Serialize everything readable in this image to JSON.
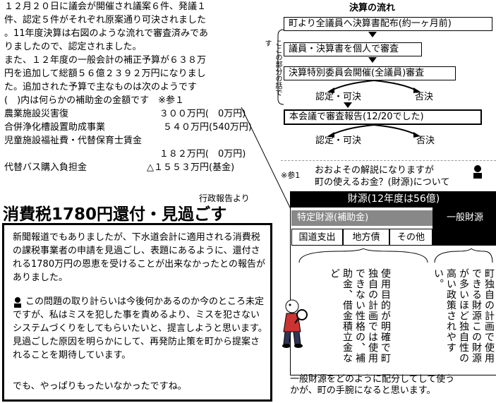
{
  "intro": {
    "lines": [
      "１２月２０日に議会が開催され議案６件、発議１",
      "件、認定５件がそれぞれ原案通り可決されました",
      "。11年度決算は右図のような流れで審査済みであ",
      "りましたので、認定されました。",
      "また、１２年度の一般会計の補正予算が６３８万",
      "円を追加して総額５６億２３９２万円になりまし",
      "た。追加された予算で主なものは次のようです",
      "(　)内は何らかの補助金の金額です　※参１"
    ],
    "items": [
      {
        "name": "農業施設災害復",
        "amount": "３００万円(",
        "sub": "　0万円)"
      },
      {
        "name": "合併浄化槽設置助成事業",
        "amount": "５４０万円",
        "sub": "(540万円)"
      },
      {
        "name": "児童施設福祉費・代替保育士賃金",
        "amount": "",
        "sub": ""
      },
      {
        "name": "",
        "amount": "１８２万円(",
        "sub": "　0万円)"
      },
      {
        "name": "代替バス購入負担金",
        "amount": "△１５５３万円",
        "sub": "(基金)"
      }
    ]
  },
  "flow": {
    "title": "決算の流れ",
    "step1": "町より全議員へ決算書配布(約一ヶ月前)",
    "step2": "議員・決算書を個人で審査",
    "step3": "決算特別委員会開催(全議員)審査",
    "approve1": "認定・可決",
    "reject1": "否決",
    "step4": "本会議で審査報告(12/20でした)",
    "approve2": "認定・可決",
    "reject2": "否決",
    "side_note": "ここの部分の話です"
  },
  "note": {
    "mark": "※参1",
    "intro_line1": "おおよその解説になりますが",
    "intro_line2": "町の使えるお金？(財源)について",
    "header": "財源(12年度は56億)",
    "tokutei": "特定財源(補助金)",
    "ippan": "一般財源",
    "sub1": "国道支出",
    "sub2": "地方債",
    "sub3": "その他",
    "desc_tokutei": "使用目的が明確で町独自の計画では使用できない性格の、補助金、借金積立金など",
    "desc_ippan": "町独自の計画で使用できる財源この財源が多いほど独自性の高い政策されやすい。",
    "bottom_line1": "一般財源をどのように配分してして使う",
    "bottom_line2": "かが、町の手腕になると思います。"
  },
  "article": {
    "source": "行政報告より",
    "headline": "消費税1780円還付・見過ごす",
    "p1": "新聞報道でもありましたが、下水道会計に適用される消費税の課税事業者の申請を見過ごし、表題にあるように、還付される1780万円の恩恵を受けることが出来なかったとの報告がありました。",
    "p2": "この問題の取り計らいは今後何かあるのか今のところ未定ですが、私はミスを犯した事を責めるより、ミスを犯さないシステムづくりをしてもらいたいと、提言しようと思います。見過ごした原因を明らかにして、再発防止策を町から提案されることを期待しています。",
    "p3": "でも、やっぱりもったいなかったですね。"
  }
}
